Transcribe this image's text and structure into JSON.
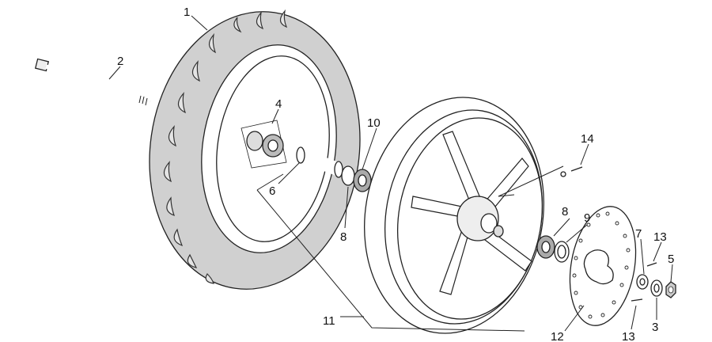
{
  "callouts": [
    {
      "id": "1",
      "label": "1"
    },
    {
      "id": "2",
      "label": "2"
    },
    {
      "id": "3",
      "label": "3"
    },
    {
      "id": "4",
      "label": "4"
    },
    {
      "id": "5",
      "label": "5"
    },
    {
      "id": "6",
      "label": "6"
    },
    {
      "id": "7",
      "label": "7"
    },
    {
      "id": "8a",
      "label": "8"
    },
    {
      "id": "8b",
      "label": "8"
    },
    {
      "id": "9",
      "label": "9"
    },
    {
      "id": "10",
      "label": "10"
    },
    {
      "id": "11",
      "label": "11"
    },
    {
      "id": "12",
      "label": "12"
    },
    {
      "id": "13a",
      "label": "13"
    },
    {
      "id": "13b",
      "label": "13"
    },
    {
      "id": "14",
      "label": "14"
    }
  ],
  "colors": {
    "tyre_fill": "#d0d0d0",
    "rim_fill": "#ffffff",
    "line": "#222222"
  }
}
